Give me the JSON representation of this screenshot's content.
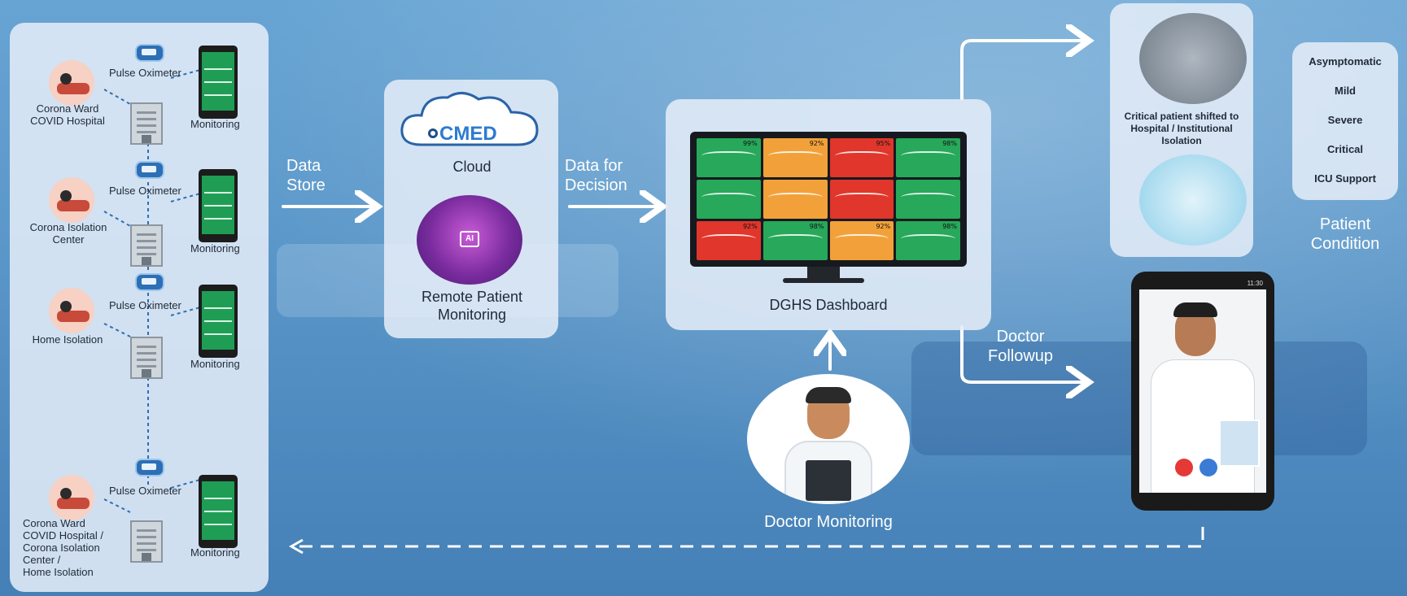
{
  "colors": {
    "background": "#5b9bcf",
    "panel": "#e2ecf7",
    "arrow": "#ffffff",
    "tile_green": "#27a85a",
    "tile_red": "#e0362c",
    "tile_orange": "#f2a13a"
  },
  "locations": [
    {
      "oximeter": "Pulse Oximeter",
      "place": "Corona Ward\nCOVID Hospital",
      "monitoring": "Monitoring"
    },
    {
      "oximeter": "Pulse Oximeter",
      "place": "Corona Isolation\nCenter",
      "monitoring": "Monitoring"
    },
    {
      "oximeter": "Pulse Oximeter",
      "place": "Home Isolation",
      "monitoring": "Monitoring"
    },
    {
      "oximeter": "Pulse Oximeter",
      "place": "Corona Ward\nCOVID Hospital /\nCorona Isolation\nCenter /\nHome Isolation",
      "monitoring": "Monitoring"
    }
  ],
  "flow": {
    "data_store": "Data\nStore",
    "data_for_decision": "Data for\nDecision",
    "doctor_followup": "Doctor\nFollowup"
  },
  "cloud": {
    "logo_text": "CMED",
    "label": "Cloud",
    "rpm_label": "Remote Patient\nMonitoring",
    "ai_badge": "AI"
  },
  "dashboard": {
    "label": "DGHS Dashboard",
    "tiles": [
      {
        "color": "green",
        "value": "99%"
      },
      {
        "color": "orange",
        "value": "92%"
      },
      {
        "color": "red",
        "value": "95%"
      },
      {
        "color": "green",
        "value": "98%"
      },
      {
        "color": "green",
        "value": ""
      },
      {
        "color": "orange",
        "value": ""
      },
      {
        "color": "red",
        "value": ""
      },
      {
        "color": "green",
        "value": ""
      },
      {
        "color": "red",
        "value": "92%"
      },
      {
        "color": "green",
        "value": "98%"
      },
      {
        "color": "orange",
        "value": "92%"
      },
      {
        "color": "green",
        "value": "98%"
      }
    ]
  },
  "doctor": {
    "label": "Doctor Monitoring"
  },
  "critical": {
    "label": "Critical patient shifted to\nHospital / Institutional\nIsolation"
  },
  "condition": {
    "items": [
      "Asymptomatic",
      "Mild",
      "Severe",
      "Critical",
      "ICU Support"
    ],
    "title": "Patient\nCondition"
  },
  "phone": {
    "time": "11:30"
  }
}
